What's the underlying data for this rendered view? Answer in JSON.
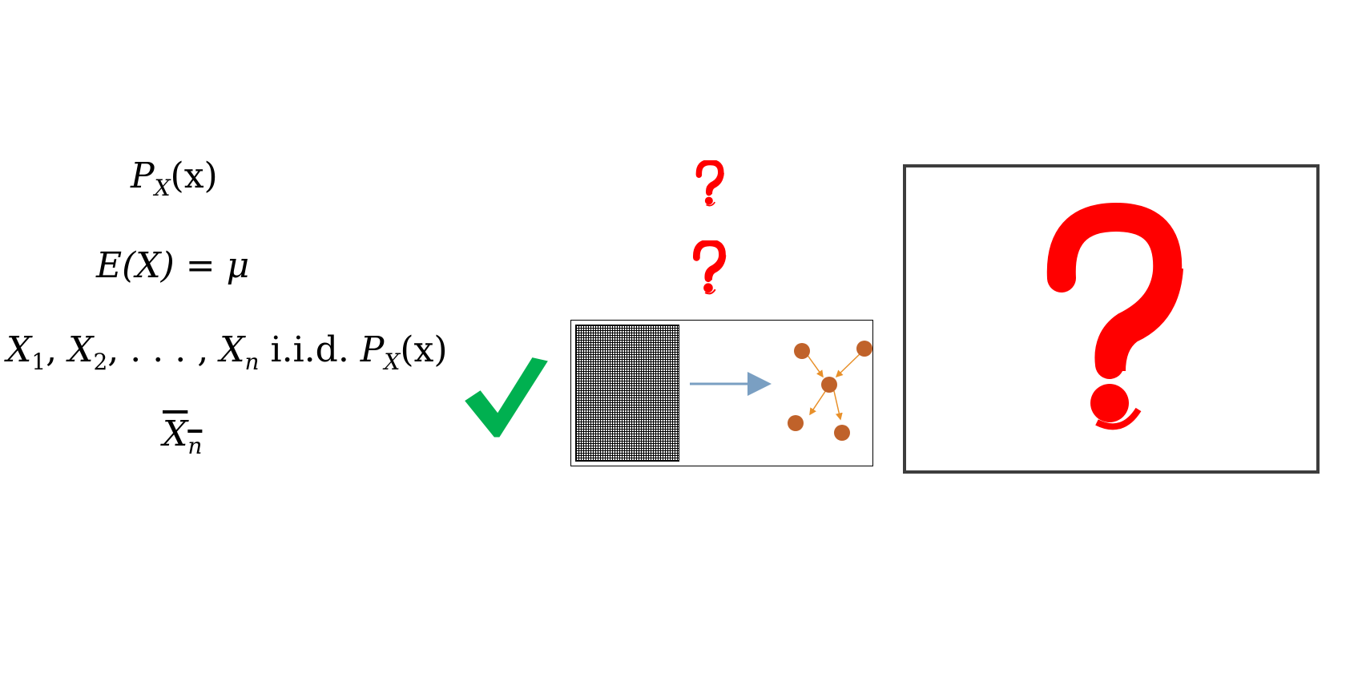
{
  "equations": {
    "distribution": {
      "P": "P",
      "sub": "X",
      "rest": "(x)"
    },
    "expectation": {
      "text": "E(X) = μ"
    },
    "sample": {
      "x1": "X",
      "s1": "1",
      "sep1": ", ",
      "x2": "X",
      "s2": "2",
      "dots": ", . . . , ",
      "xn": "X",
      "sn": "n",
      "iid": " i.i.d. ",
      "P": "P",
      "sub": "X",
      "rest": "(x)"
    },
    "sample_mean": {
      "base": "X",
      "sub": "n"
    }
  },
  "colors": {
    "check": "#00b050",
    "question": "#ff0000",
    "arrow": "#7a9fc2",
    "node": "#c0622a",
    "edge": "#e8902a",
    "box_border": "#3d3d3d"
  },
  "icons": {
    "check": "checkmark-icon",
    "question": "question-mark-icon"
  }
}
